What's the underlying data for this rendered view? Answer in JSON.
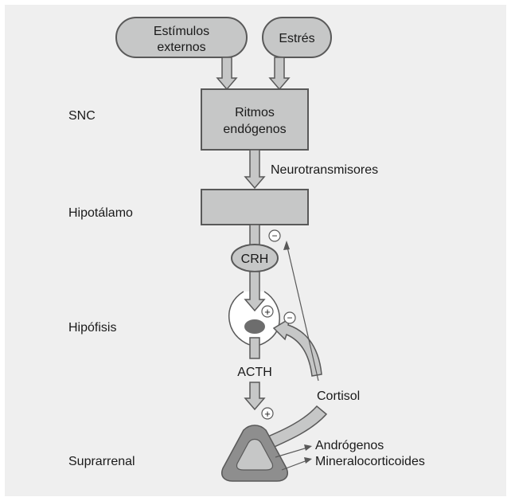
{
  "levels": {
    "snc": "SNC",
    "hipotalamo": "Hipotálamo",
    "hipofisis": "Hipófisis",
    "suprarrenal": "Suprarrenal"
  },
  "nodes": {
    "estimulos_line1": "Estímulos",
    "estimulos_line2": "externos",
    "estres": "Estrés",
    "ritmos_line1": "Ritmos",
    "ritmos_line2": "endógenos",
    "crh": "CRH",
    "acth": "ACTH",
    "cortisol": "Cortisol"
  },
  "labels": {
    "neurotransmisores": "Neurotransmisores",
    "androgenos": "Andrógenos",
    "mineralocorticoides": "Mineralocorticoides"
  },
  "signs": {
    "plus": "+",
    "minus": "−"
  },
  "colors": {
    "box_fill": "#c6c7c7",
    "stroke": "#595959",
    "background": "#efefef",
    "dark_fill": "#6d6d6d"
  }
}
